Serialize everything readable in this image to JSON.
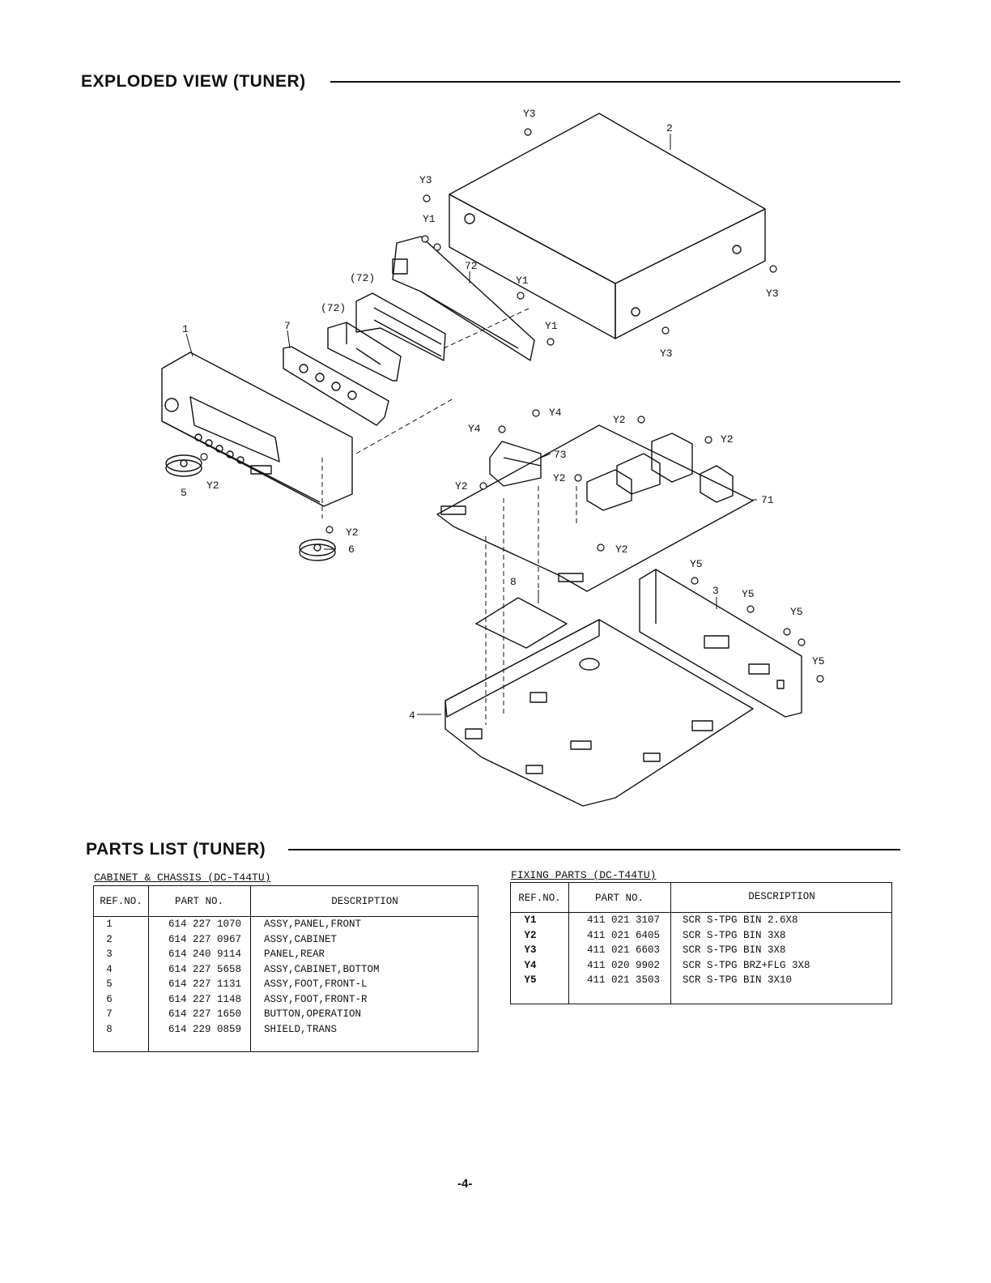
{
  "exploded_title": "EXPLODED  VIEW (TUNER)",
  "parts_title": "PARTS  LIST (TUNER)",
  "callouts": {
    "c1": "1",
    "c2": "2",
    "c3": "3",
    "c4": "4",
    "c5": "5",
    "c6": "6",
    "c7": "7",
    "c8": "8",
    "c71": "71",
    "c72": "72",
    "c72a": "(72)",
    "c72b": "(72)",
    "c73": "73",
    "y1a": "Y1",
    "y1b": "Y1",
    "y1c": "Y1",
    "y2a": "Y2",
    "y2b": "Y2",
    "y2c": "Y2",
    "y2d": "Y2",
    "y2e": "Y2",
    "y2f": "Y2",
    "y2g": "Y2",
    "y3a": "Y3",
    "y3b": "Y3",
    "y3c": "Y3",
    "y3d": "Y3",
    "y4a": "Y4",
    "y4b": "Y4",
    "y5a": "Y5",
    "y5b": "Y5",
    "y5c": "Y5",
    "y5d": "Y5"
  },
  "cabinet_table": {
    "caption": "CABINET & CHASSIS (DC-T44TU)",
    "headers": [
      "REF.NO.",
      "PART  NO.",
      "DESCRIPTION"
    ],
    "rows": [
      {
        "ref": "1",
        "part": "614 227 1070",
        "desc": "ASSY,PANEL,FRONT"
      },
      {
        "ref": "2",
        "part": "614 227 0967",
        "desc": "ASSY,CABINET"
      },
      {
        "ref": "3",
        "part": "614 240 9114",
        "desc": "PANEL,REAR"
      },
      {
        "ref": "4",
        "part": "614 227 5658",
        "desc": "ASSY,CABINET,BOTTOM"
      },
      {
        "ref": "5",
        "part": "614 227 1131",
        "desc": "ASSY,FOOT,FRONT-L"
      },
      {
        "ref": "6",
        "part": "614 227 1148",
        "desc": "ASSY,FOOT,FRONT-R"
      },
      {
        "ref": "7",
        "part": "614 227 1650",
        "desc": "BUTTON,OPERATION"
      },
      {
        "ref": "8",
        "part": "614 229 0859",
        "desc": "SHIELD,TRANS"
      }
    ]
  },
  "fixing_table": {
    "caption": "FIXING PARTS (DC-T44TU)",
    "headers": [
      "REF.NO.",
      "PART  NO.",
      "DESCRIPTION"
    ],
    "rows": [
      {
        "ref": "Y1",
        "part": "411 021 3107",
        "desc": "SCR S-TPG BIN 2.6X8"
      },
      {
        "ref": "Y2",
        "part": "411 021 6405",
        "desc": "SCR S-TPG BIN 3X8"
      },
      {
        "ref": "Y3",
        "part": "411 021 6603",
        "desc": "SCR S-TPG BIN 3X8"
      },
      {
        "ref": "Y4",
        "part": "411 020 9902",
        "desc": "SCR S-TPG BRZ+FLG 3X8"
      },
      {
        "ref": "Y5",
        "part": "411 021 3503",
        "desc": "SCR S-TPG BIN 3X10"
      }
    ]
  },
  "page_number": "-4-"
}
